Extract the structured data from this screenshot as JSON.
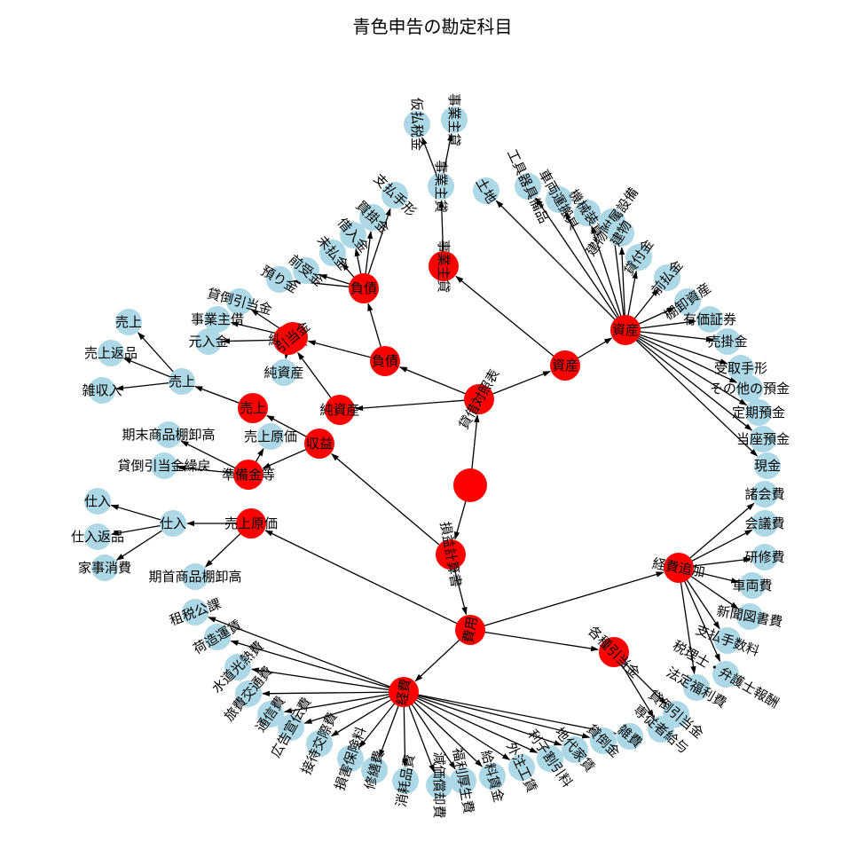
{
  "title": "青色申告の勘定科目",
  "colors": {
    "primary": "#ff0000",
    "secondary": "#add8e6",
    "edge": "#000000"
  },
  "nodes": [
    {
      "id": "root",
      "label": "",
      "kind": "primary"
    },
    {
      "id": "bs",
      "label": "貸借対照表",
      "kind": "primary"
    },
    {
      "id": "pl",
      "label": "損益計算書",
      "kind": "primary"
    },
    {
      "id": "shisan",
      "label": "資産",
      "kind": "primary"
    },
    {
      "id": "fusai",
      "label": "負債",
      "kind": "primary"
    },
    {
      "id": "junshisan",
      "label": "純資産",
      "kind": "primary"
    },
    {
      "id": "jkn",
      "label": "事業主貸",
      "kind": "primary"
    },
    {
      "id": "shueki",
      "label": "収益",
      "kind": "primary"
    },
    {
      "id": "hiyou",
      "label": "費用",
      "kind": "primary"
    },
    {
      "id": "shisan2",
      "label": "資産",
      "kind": "primary"
    },
    {
      "id": "fusai2",
      "label": "負債",
      "kind": "primary"
    },
    {
      "id": "junshisan2",
      "label": "純資産",
      "kind": "primary"
    },
    {
      "id": "uriage",
      "label": "売上",
      "kind": "primary"
    },
    {
      "id": "hiki",
      "label": "引当金",
      "kind": "primary"
    },
    {
      "id": "juncnk",
      "label": "準備金等",
      "kind": "primary"
    },
    {
      "id": "genka",
      "label": "売上原価",
      "kind": "primary"
    },
    {
      "id": "keihi",
      "label": "経費",
      "kind": "primary"
    },
    {
      "id": "tsuika",
      "label": "経費追加",
      "kind": "primary"
    },
    {
      "id": "kakushu",
      "label": "各種引当金",
      "kind": "primary"
    },
    {
      "id": "s_tochi",
      "label": "土地",
      "kind": "secondary"
    },
    {
      "id": "s_kigu",
      "label": "工具器具備品",
      "kind": "secondary"
    },
    {
      "id": "s_sharyo",
      "label": "車両運搬具",
      "kind": "secondary"
    },
    {
      "id": "s_kikai",
      "label": "機械装置",
      "kind": "secondary"
    },
    {
      "id": "s_fuzoku",
      "label": "建物附属設備",
      "kind": "secondary"
    },
    {
      "id": "s_tatemono",
      "label": "建物",
      "kind": "secondary"
    },
    {
      "id": "s_kashitsuke",
      "label": "貸付金",
      "kind": "secondary"
    },
    {
      "id": "s_maebarai",
      "label": "前払金",
      "kind": "secondary"
    },
    {
      "id": "s_tanaoroshi",
      "label": "棚卸資産",
      "kind": "secondary"
    },
    {
      "id": "s_yuka",
      "label": "有価証券",
      "kind": "secondary"
    },
    {
      "id": "s_urikake",
      "label": "売掛金",
      "kind": "secondary"
    },
    {
      "id": "s_uketori",
      "label": "受取手形",
      "kind": "secondary"
    },
    {
      "id": "s_sonota",
      "label": "その他の預金",
      "kind": "secondary"
    },
    {
      "id": "s_teiki",
      "label": "定期預金",
      "kind": "secondary"
    },
    {
      "id": "s_touza",
      "label": "当座預金",
      "kind": "secondary"
    },
    {
      "id": "s_genkin",
      "label": "現金",
      "kind": "secondary"
    },
    {
      "id": "j_kashi",
      "label": "事業主貸",
      "kind": "secondary"
    },
    {
      "id": "j_karibarai",
      "label": "仮払税金",
      "kind": "secondary"
    },
    {
      "id": "j_jigyo",
      "label": "事業主貸",
      "kind": "secondary"
    },
    {
      "id": "f_shiharai",
      "label": "支払手形",
      "kind": "secondary"
    },
    {
      "id": "f_kaikake",
      "label": "買掛金",
      "kind": "secondary"
    },
    {
      "id": "f_kariire",
      "label": "借入金",
      "kind": "secondary"
    },
    {
      "id": "f_miharai",
      "label": "未払金",
      "kind": "secondary"
    },
    {
      "id": "f_maeuke",
      "label": "前受金",
      "kind": "secondary"
    },
    {
      "id": "f_azukari",
      "label": "預り金",
      "kind": "secondary"
    },
    {
      "id": "f_kashidaore",
      "label": "貸倒引当金",
      "kind": "secondary"
    },
    {
      "id": "n_jigyonushi",
      "label": "事業主借",
      "kind": "secondary"
    },
    {
      "id": "n_motoire",
      "label": "元入金",
      "kind": "secondary"
    },
    {
      "id": "n_junshisan",
      "label": "純資産",
      "kind": "secondary"
    },
    {
      "id": "u_uriage",
      "label": "売上",
      "kind": "secondary"
    },
    {
      "id": "u_uriage2",
      "label": "売上",
      "kind": "secondary"
    },
    {
      "id": "u_henpin",
      "label": "売上返品",
      "kind": "secondary"
    },
    {
      "id": "u_zatsu",
      "label": "雑収入",
      "kind": "secondary"
    },
    {
      "id": "sh_kimatsu",
      "label": "期末商品棚卸高",
      "kind": "secondary"
    },
    {
      "id": "sh_genka",
      "label": "売上原価",
      "kind": "secondary"
    },
    {
      "id": "sh_kurimodoshi",
      "label": "貸倒引当金繰戻",
      "kind": "secondary"
    },
    {
      "id": "g_shiire",
      "label": "仕入",
      "kind": "secondary"
    },
    {
      "id": "g_shiire2",
      "label": "仕入",
      "kind": "secondary"
    },
    {
      "id": "g_henpin",
      "label": "仕入返品",
      "kind": "secondary"
    },
    {
      "id": "g_kaji",
      "label": "家事消費",
      "kind": "secondary"
    },
    {
      "id": "g_kishu",
      "label": "期首商品棚卸高",
      "kind": "secondary"
    },
    {
      "id": "k_sozei",
      "label": "租税公課",
      "kind": "secondary"
    },
    {
      "id": "k_nizukuri",
      "label": "荷造運賃",
      "kind": "secondary"
    },
    {
      "id": "k_suido",
      "label": "水道光熱費",
      "kind": "secondary"
    },
    {
      "id": "k_ryohi",
      "label": "旅費交通費",
      "kind": "secondary"
    },
    {
      "id": "k_tsushin",
      "label": "通信費",
      "kind": "secondary"
    },
    {
      "id": "k_kokoku",
      "label": "広告宣伝費",
      "kind": "secondary"
    },
    {
      "id": "k_settai",
      "label": "接待交際費",
      "kind": "secondary"
    },
    {
      "id": "k_songai",
      "label": "損害保険料",
      "kind": "secondary"
    },
    {
      "id": "k_shuzen",
      "label": "修繕費",
      "kind": "secondary"
    },
    {
      "id": "k_shomo",
      "label": "消耗品費",
      "kind": "secondary"
    },
    {
      "id": "k_genka",
      "label": "減価償却費",
      "kind": "secondary"
    },
    {
      "id": "k_fukuri",
      "label": "福利厚生費",
      "kind": "secondary"
    },
    {
      "id": "k_kyuryo",
      "label": "給料賃金",
      "kind": "secondary"
    },
    {
      "id": "k_gaichu",
      "label": "外注工賃",
      "kind": "secondary"
    },
    {
      "id": "k_rishi",
      "label": "利子割引料",
      "kind": "secondary"
    },
    {
      "id": "k_chidai",
      "label": "地代家賃",
      "kind": "secondary"
    },
    {
      "id": "k_kashidaore",
      "label": "貸倒金",
      "kind": "secondary"
    },
    {
      "id": "k_zappi",
      "label": "雑費",
      "kind": "secondary"
    },
    {
      "id": "e_shokaihi",
      "label": "諸会費",
      "kind": "secondary"
    },
    {
      "id": "e_kaigi",
      "label": "会議費",
      "kind": "secondary"
    },
    {
      "id": "e_kenshu",
      "label": "研修費",
      "kind": "secondary"
    },
    {
      "id": "e_sharyo",
      "label": "車両費",
      "kind": "secondary"
    },
    {
      "id": "e_shinbun",
      "label": "新聞図書費",
      "kind": "secondary"
    },
    {
      "id": "e_tesuryo",
      "label": "支払手数料",
      "kind": "secondary"
    },
    {
      "id": "e_zeirishi",
      "label": "税理士・弁護士報酬",
      "kind": "secondary"
    },
    {
      "id": "e_hotei",
      "label": "法定福利費",
      "kind": "secondary"
    },
    {
      "id": "h_kashidaore",
      "label": "貸倒引当金",
      "kind": "secondary"
    },
    {
      "id": "h_senju",
      "label": "専従者給与",
      "kind": "secondary"
    }
  ]
}
